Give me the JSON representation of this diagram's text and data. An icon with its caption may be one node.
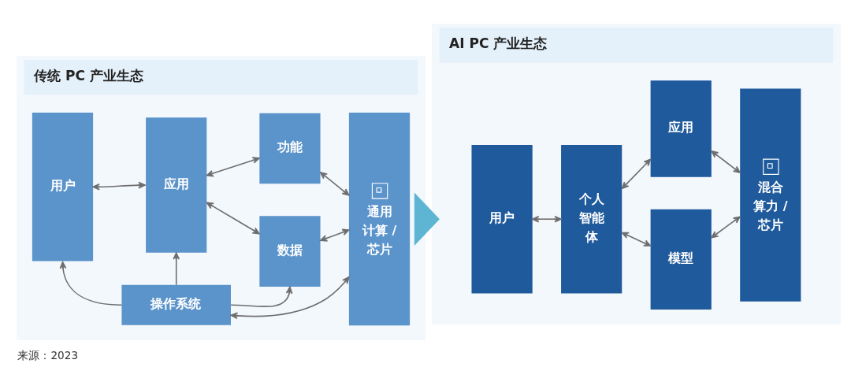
{
  "diagram": {
    "caption": "来源：2023",
    "nodes": [
      {
        "text": [
          "传统 PC 产业生态"
        ]
      },
      {
        "text": [
          "用户"
        ],
        "in": 0
      },
      {
        "text": [
          "应用"
        ],
        "in": 0
      },
      {
        "text": [
          "功能"
        ],
        "in": 0
      },
      {
        "text": [
          "数据"
        ],
        "in": 0
      },
      {
        "text": [
          "通用计算 / 芯片"
        ],
        "in": 0
      },
      {
        "text": [
          "操作系统"
        ],
        "in": 0
      },
      {
        "text": [
          "AI PC 产业生态"
        ]
      },
      {
        "text": [
          "用户"
        ],
        "in": 7
      },
      {
        "text": [
          "个人智能体"
        ],
        "in": 7
      },
      {
        "text": [
          "应用"
        ],
        "in": 7
      },
      {
        "text": [
          "模型"
        ],
        "in": 7
      },
      {
        "text": [
          "混合算力 / 芯片"
        ],
        "in": 7
      }
    ],
    "edges": [
      {
        "from": 1,
        "to": 2,
        "arrow": "both"
      },
      {
        "from": 2,
        "to": 3,
        "arrow": "both"
      },
      {
        "from": 2,
        "to": 4,
        "arrow": "both"
      },
      {
        "from": 3,
        "to": 5,
        "arrow": "both"
      },
      {
        "from": 4,
        "to": 5,
        "arrow": "both"
      },
      {
        "from": 6,
        "to": 1,
        "arrow": "to"
      },
      {
        "from": 6,
        "to": 2,
        "arrow": "to"
      },
      {
        "from": 6,
        "to": 4,
        "arrow": "to"
      },
      {
        "from": 6,
        "to": 5,
        "arrow": "both"
      },
      {
        "from": 0,
        "to": 7,
        "arrow": "to",
        "style": "thick",
        "color": "#5eb4d3"
      },
      {
        "from": 8,
        "to": 9,
        "arrow": "both"
      },
      {
        "from": 9,
        "to": 10,
        "arrow": "both"
      },
      {
        "from": 9,
        "to": 11,
        "arrow": "both"
      },
      {
        "from": 10,
        "to": 12,
        "arrow": "both"
      },
      {
        "from": 11,
        "to": 12,
        "arrow": "both"
      }
    ]
  }
}
